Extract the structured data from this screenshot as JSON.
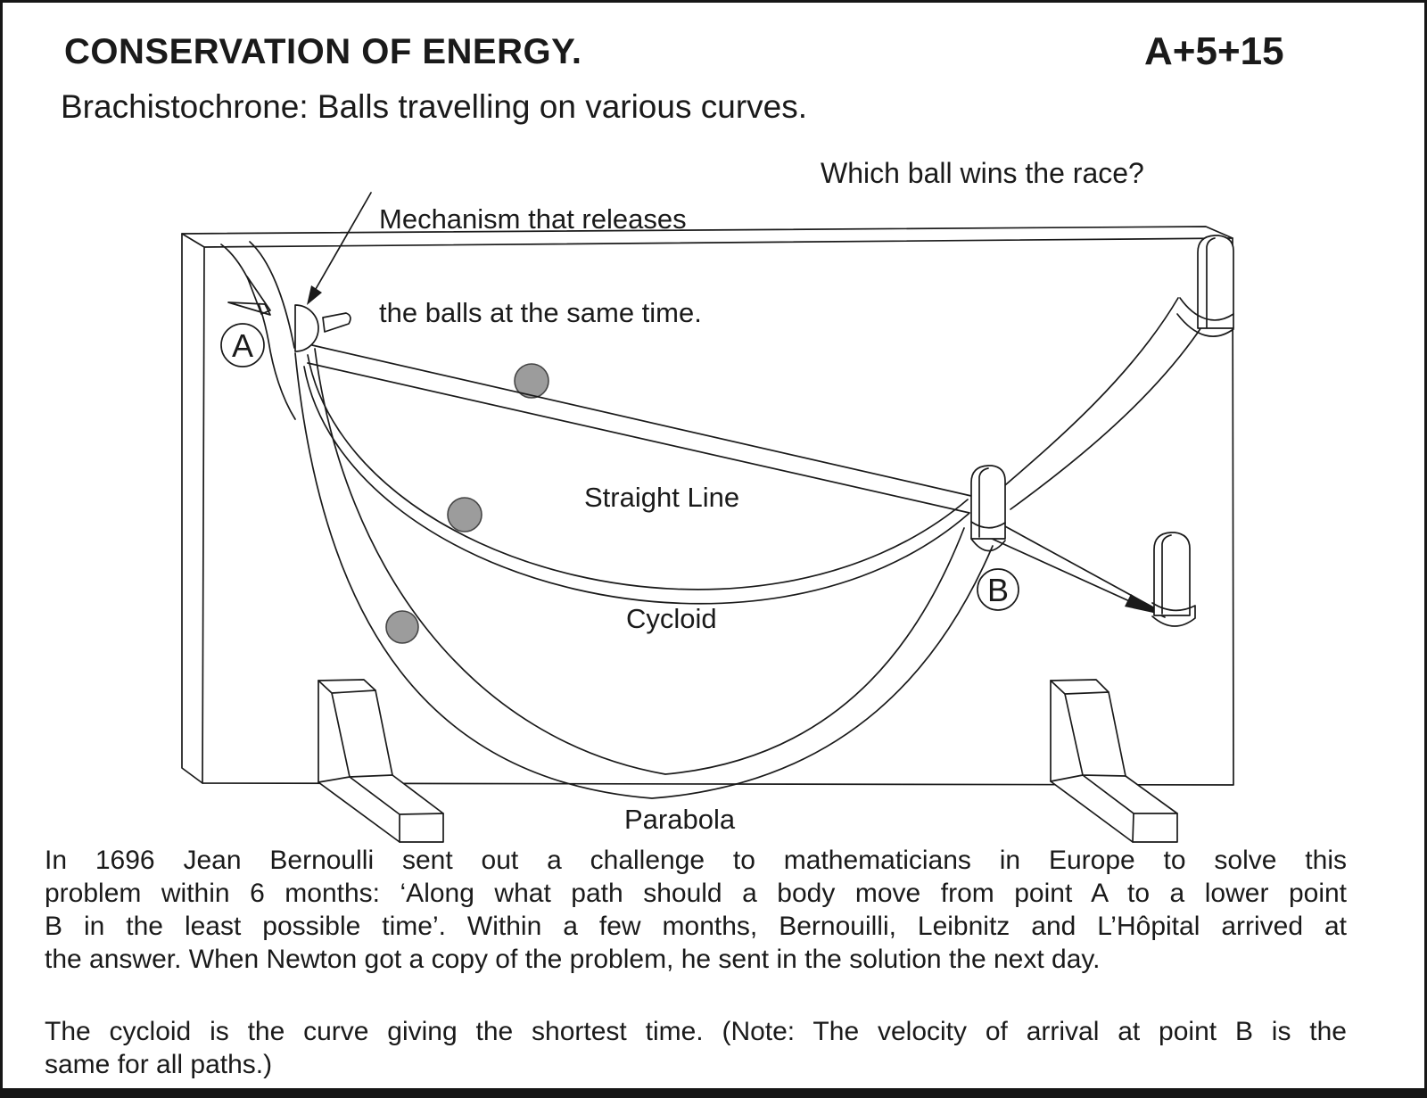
{
  "header": {
    "title": "CONSERVATION OF ENERGY.",
    "code": "A+5+15"
  },
  "subtitle": "Brachistochrone: Balls travelling on various curves.",
  "diagram": {
    "annotation_line1": "Mechanism that releases",
    "annotation_line2": "the balls at the same time.",
    "question": "Which ball wins the race?",
    "point_a": "A",
    "point_b": "B",
    "label_straight": "Straight Line",
    "label_cycloid": "Cycloid",
    "label_parabola": "Parabola",
    "colors": {
      "ink": "#1a1a1a",
      "ball_fill": "#9c9c9c",
      "ball_stroke": "#454545"
    }
  },
  "paragraphs": {
    "p1_lines": [
      "In 1696 Jean Bernoulli sent out a challenge to mathematicians in Europe to solve this",
      "problem within 6 months:  ‘Along what path should a body move from point A to a lower point",
      "B in the least possible time’. Within a few months, Bernouilli, Leibnitz and L’Hôpital arrived at",
      "the answer. When Newton got a copy of the problem, he sent in the solution the next day."
    ],
    "p2_lines": [
      "The cycloid is the curve giving the shortest time. (Note: The velocity of arrival at point B is the",
      "same for all paths.)"
    ]
  }
}
